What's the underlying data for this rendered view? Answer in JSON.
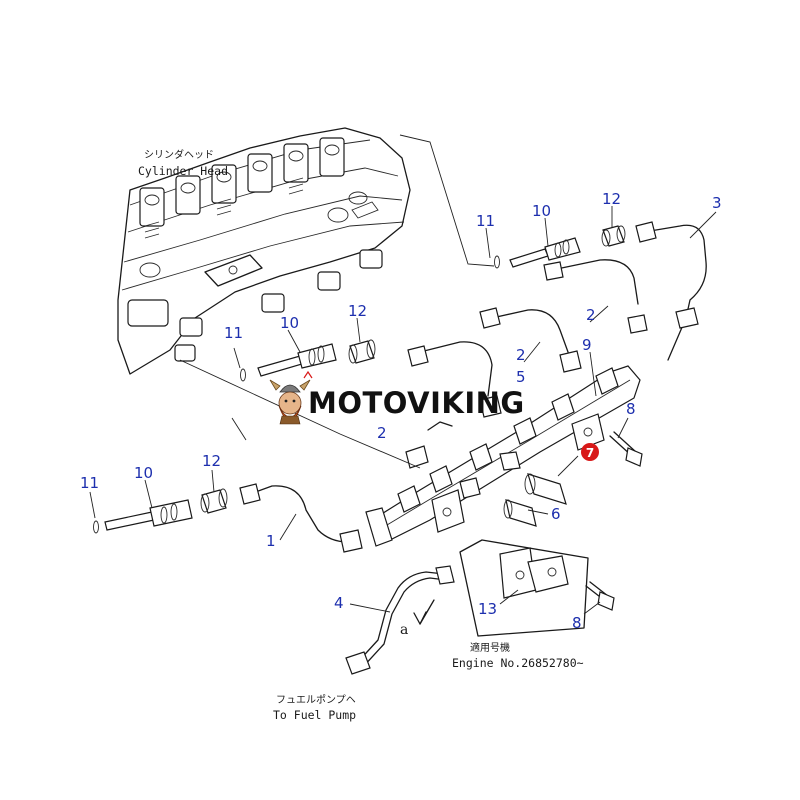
{
  "callouts": {
    "c1": "1",
    "c2a": "2",
    "c2b": "2",
    "c2c": "2",
    "c3": "3",
    "c4": "4",
    "c5": "5",
    "c6": "6",
    "c7": "7",
    "c8a": "8",
    "c8b": "8",
    "c9": "9",
    "c10a": "10",
    "c10b": "10",
    "c10c": "10",
    "c11a": "11",
    "c11b": "11",
    "c11c": "11",
    "c12a": "12",
    "c12b": "12",
    "c12c": "12",
    "c13": "13"
  },
  "labels": {
    "cylinder_head_jp": "シリンダヘッド",
    "cylinder_head_en": "Cylinder Head",
    "applicable_jp": "適用号機",
    "engine_no": "Engine No.26852780~",
    "fuel_pump_jp": "フュエルポンプヘ",
    "fuel_pump_en": "To Fuel Pump",
    "marker_a": "a"
  },
  "watermark": {
    "brand": "MOTOVIKING",
    "icon": "viking-mascot-icon"
  },
  "colors": {
    "callout_blue": "#1d2fae",
    "highlight_red": "#d81818",
    "line": "#1a1a1a"
  }
}
